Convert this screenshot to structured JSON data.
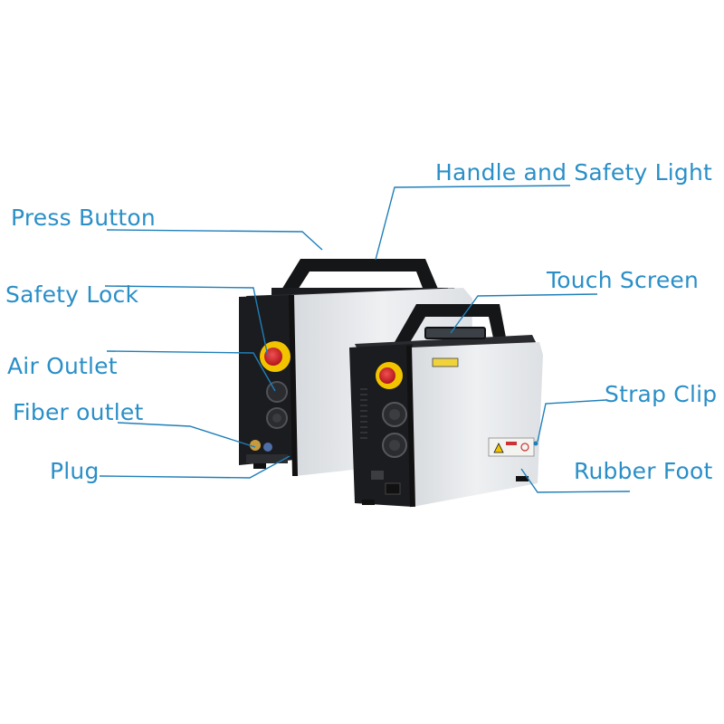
{
  "colors": {
    "accent": "#2a8fc7",
    "leader": "#1f7fb9",
    "device_body": "#e9ebee",
    "device_frame": "#1b1c1f",
    "emergency_stop": "#d3222a",
    "safety_ring": "#f2c400"
  },
  "labels": {
    "handle_and_safety_light": "Handle and Safety Light",
    "press_button": "Press Button",
    "touch_screen": "Touch Screen",
    "safety_lock": "Safety Lock",
    "air_outlet": "Air Outlet",
    "strap_clip": "Strap Clip",
    "fiber_outlet": "Fiber outlet",
    "rubber_foot": "Rubber Foot",
    "plug": "Plug"
  },
  "icons": {
    "emergency_stop": "emergency-stop-button-icon",
    "laser_warning": "laser-warning-label-icon"
  }
}
